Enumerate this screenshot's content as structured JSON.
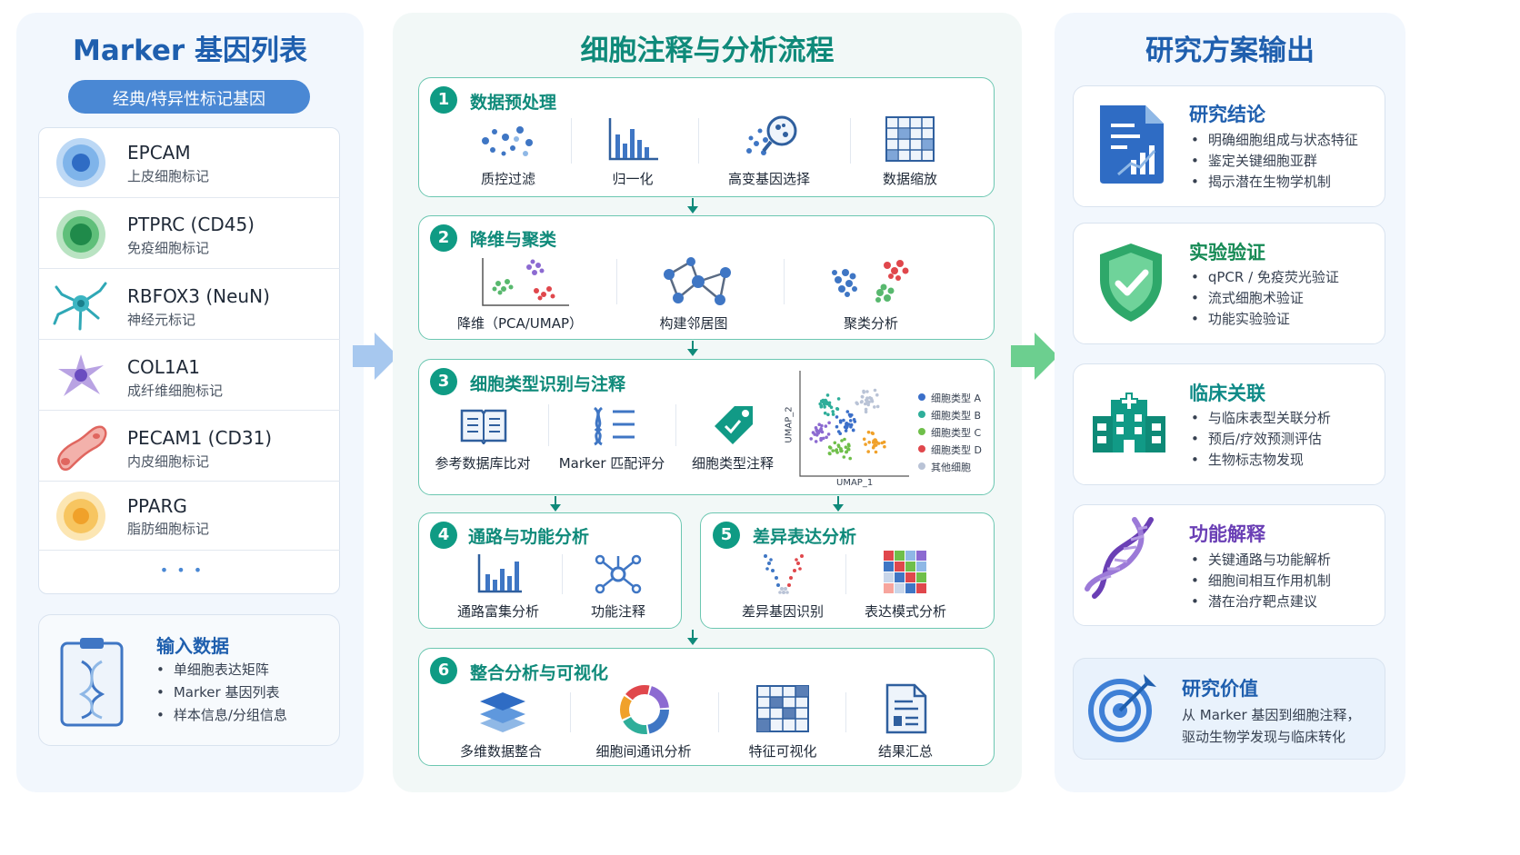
{
  "left": {
    "title": "Marker 基因列表",
    "pill": "经典/特异性标记基因",
    "genes": [
      {
        "name": "EPCAM",
        "desc": "上皮细胞标记"
      },
      {
        "name": "PTPRC (CD45)",
        "desc": "免疫细胞标记"
      },
      {
        "name": "RBFOX3 (NeuN)",
        "desc": "神经元标记"
      },
      {
        "name": "COL1A1",
        "desc": "成纤维细胞标记"
      },
      {
        "name": "PECAM1 (CD31)",
        "desc": "内皮细胞标记"
      },
      {
        "name": "PPARG",
        "desc": "脂肪细胞标记"
      }
    ],
    "more": "• • •",
    "input": {
      "title": "输入数据",
      "items": [
        "单细胞表达矩阵",
        "Marker 基因列表",
        "样本信息/分组信息"
      ]
    }
  },
  "center": {
    "title": "细胞注释与分析流程",
    "steps": [
      {
        "num": "1",
        "title": "数据预处理",
        "items": [
          "质控过滤",
          "归一化",
          "高变基因选择",
          "数据缩放"
        ]
      },
      {
        "num": "2",
        "title": "降维与聚类",
        "items": [
          "降维（PCA/UMAP）",
          "构建邻居图",
          "聚类分析"
        ]
      },
      {
        "num": "3",
        "title": "细胞类型识别与注释",
        "items": [
          "参考数据库比对",
          "Marker 匹配评分",
          "细胞类型注释"
        ]
      },
      {
        "num": "4",
        "title": "通路与功能分析",
        "items": [
          "通路富集分析",
          "功能注释"
        ]
      },
      {
        "num": "5",
        "title": "差异表达分析",
        "items": [
          "差异基因识别",
          "表达模式分析"
        ]
      },
      {
        "num": "6",
        "title": "整合分析与可视化",
        "items": [
          "多维数据整合",
          "细胞间通讯分析",
          "特征可视化",
          "结果汇总"
        ]
      }
    ],
    "umap": {
      "xlabel": "UMAP_1",
      "ylabel": "UMAP_2",
      "legend": [
        "细胞类型 A",
        "细胞类型 B",
        "细胞类型 C",
        "细胞类型 D",
        "其他细胞"
      ],
      "colors": [
        "#3b6fc9",
        "#2fae9a",
        "#6fbf4a",
        "#e0474c",
        "#b9c3d6"
      ]
    }
  },
  "right": {
    "title": "研究方案输出",
    "cards": [
      {
        "title": "研究结论",
        "items": [
          "明确细胞组成与状态特征",
          "鉴定关键细胞亚群",
          "揭示潜在生物学机制"
        ],
        "color": "#1f5fae"
      },
      {
        "title": "实验验证",
        "items": [
          "qPCR / 免疫荧光验证",
          "流式细胞术验证",
          "功能实验验证"
        ],
        "color": "#168a55"
      },
      {
        "title": "临床关联",
        "items": [
          "与临床表型关联分析",
          "预后/疗效预测评估",
          "生物标志物发现"
        ],
        "color": "#0e8a87"
      },
      {
        "title": "功能解释",
        "items": [
          "关键通路与功能解析",
          "细胞间相互作用机制",
          "潜在治疗靶点建议"
        ],
        "color": "#6a3fb5"
      }
    ],
    "value": {
      "title": "研究价值",
      "lines": [
        "从 Marker 基因到细胞注释，",
        "驱动生物学发现与临床转化"
      ]
    }
  }
}
